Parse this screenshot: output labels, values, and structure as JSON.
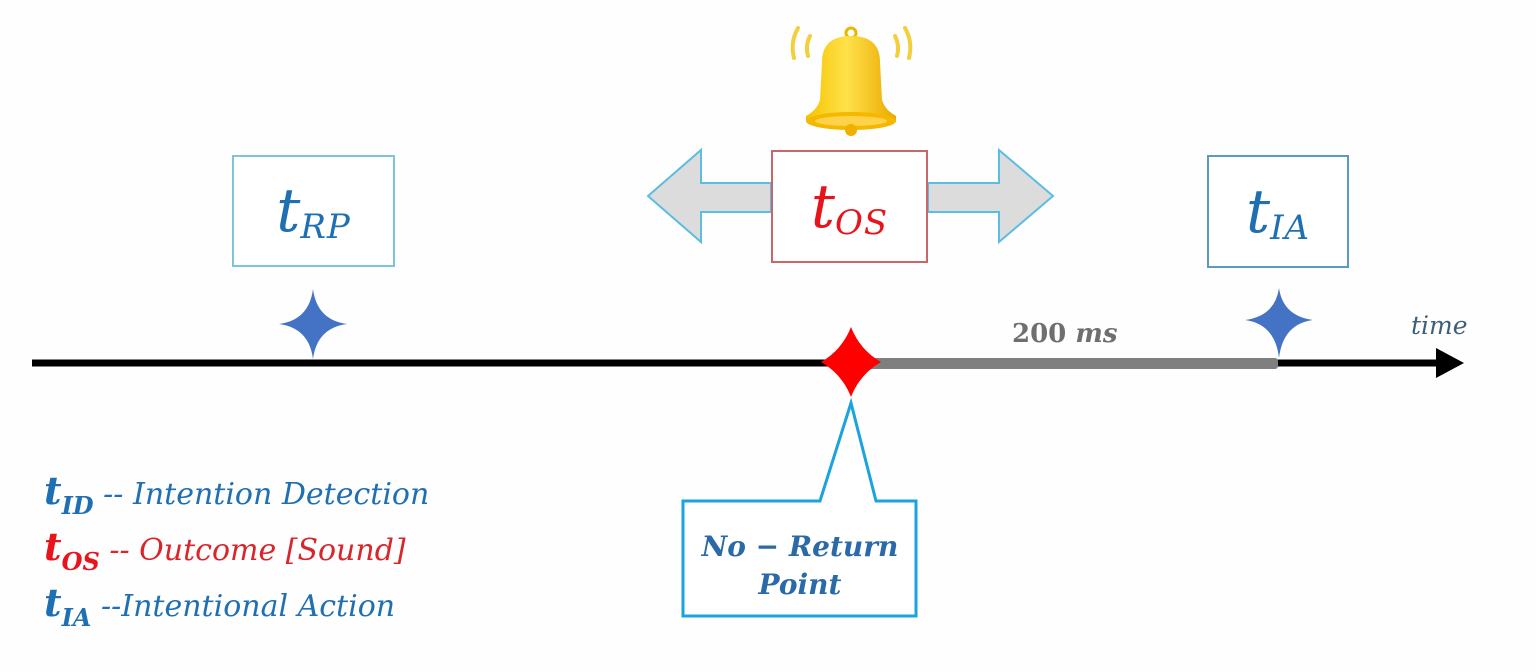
{
  "diagram": {
    "type": "timeline",
    "axis_label": "time",
    "events": [
      {
        "id": "rp",
        "symbol": "t",
        "subscript": "RP",
        "marker": "blue-star",
        "color": "#1f6fb3"
      },
      {
        "id": "os",
        "symbol": "t",
        "subscript": "OS",
        "marker": "red-diamond",
        "color": "#e8141b",
        "movable": true
      },
      {
        "id": "ia",
        "symbol": "t",
        "subscript": "IA",
        "marker": "blue-star",
        "color": "#1f6fb3"
      }
    ],
    "interval": {
      "from": "os",
      "to": "ia",
      "label_value": "200",
      "label_unit": "ms"
    },
    "callout": {
      "line1": "No − Return",
      "line2": "Point"
    },
    "legend": [
      {
        "symbol": "t",
        "subscript": "ID",
        "separator": " -- ",
        "text": "Intention Detection",
        "color": "#1f6fb3"
      },
      {
        "symbol": "t",
        "subscript": "OS",
        "separator": " -- ",
        "text": "Outcome [Sound]",
        "color": "#e8141b"
      },
      {
        "symbol": "t",
        "subscript": "IA",
        "separator": " --",
        "text": "Intentional Action",
        "color": "#1f6fb3"
      }
    ],
    "icons": {
      "bell": "bell-ringing-icon",
      "star": "four-point-star-icon",
      "diamond": "diamond-icon",
      "arrows": "double-arrow-icon"
    },
    "colors": {
      "axis": "#000000",
      "interval_bar": "#7f7f7f",
      "star": "#4472c4",
      "diamond": "#ff0000",
      "callout_border": "#1aa3dd",
      "arrow_fill": "#dcdcdc",
      "arrow_stroke": "#5bbde0"
    }
  }
}
